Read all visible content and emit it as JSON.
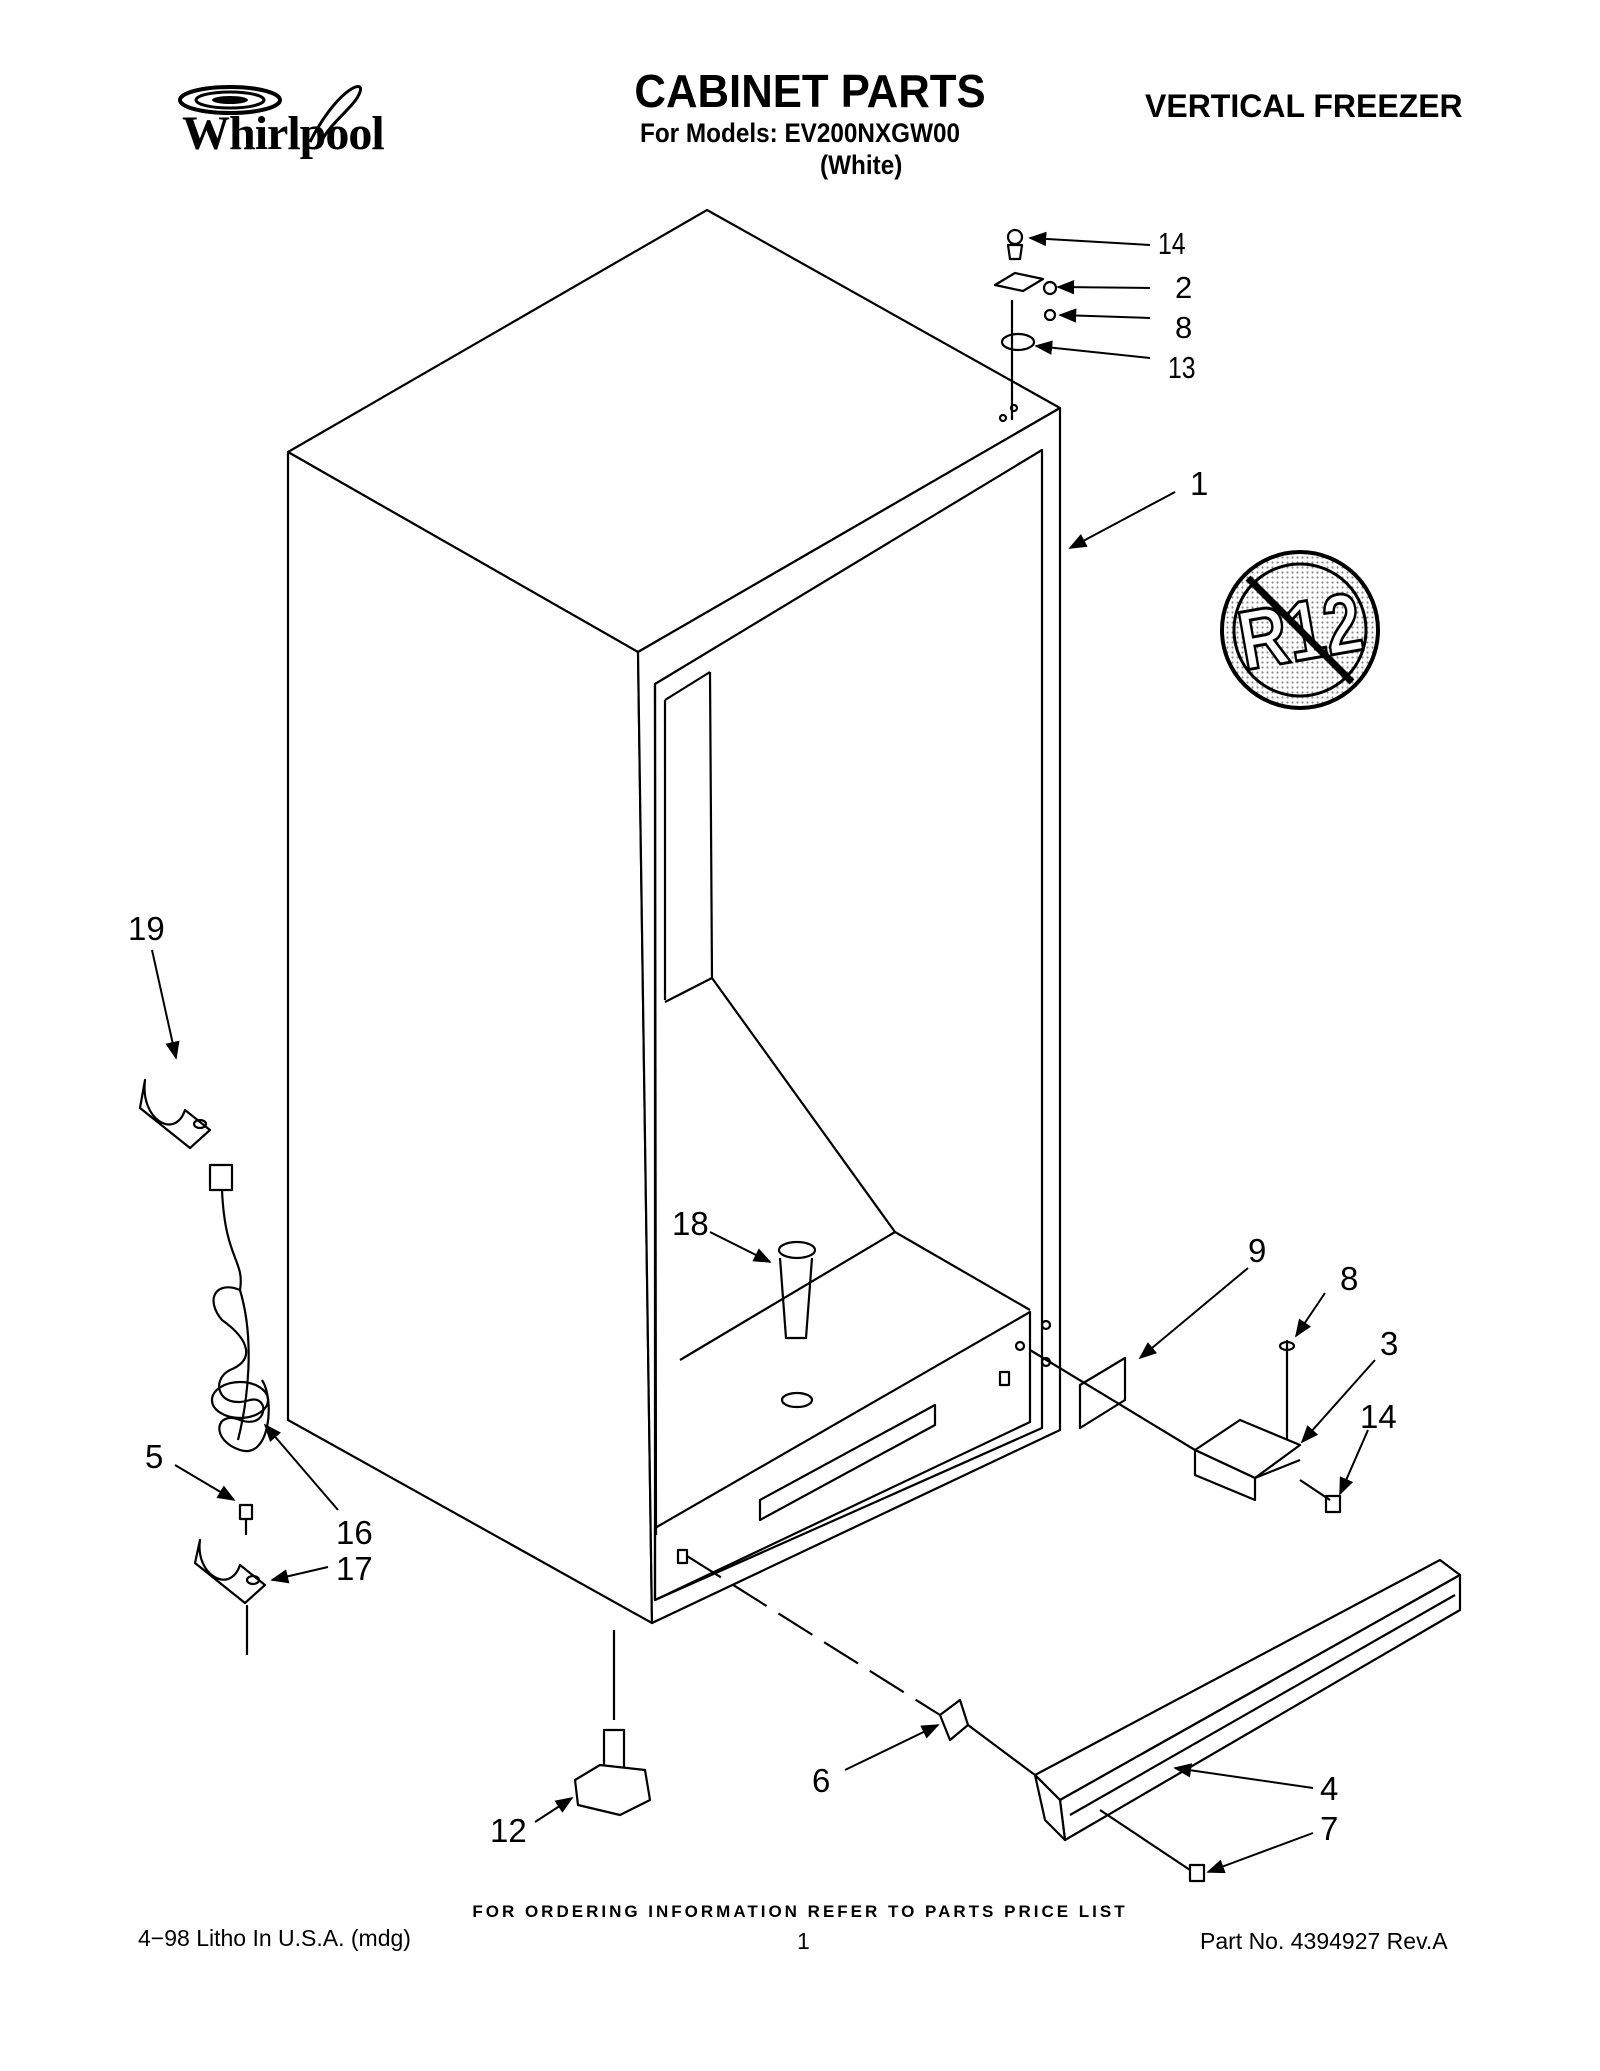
{
  "header": {
    "brand": "Whirlpool",
    "title": "CABINET PARTS",
    "models_line": "For Models: EV200NXGW00",
    "color_variant": "(White)",
    "product_type": "VERTICAL FREEZER"
  },
  "badge": {
    "text": "R12"
  },
  "callouts": [
    {
      "id": "c14a",
      "label": "14"
    },
    {
      "id": "c2",
      "label": "2"
    },
    {
      "id": "c8a",
      "label": "8"
    },
    {
      "id": "c13",
      "label": "13"
    },
    {
      "id": "c1",
      "label": "1"
    },
    {
      "id": "c19",
      "label": "19"
    },
    {
      "id": "c18",
      "label": "18"
    },
    {
      "id": "c9",
      "label": "9"
    },
    {
      "id": "c8b",
      "label": "8"
    },
    {
      "id": "c3",
      "label": "3"
    },
    {
      "id": "c14b",
      "label": "14"
    },
    {
      "id": "c5",
      "label": "5"
    },
    {
      "id": "c16",
      "label": "16"
    },
    {
      "id": "c17",
      "label": "17"
    },
    {
      "id": "c6",
      "label": "6"
    },
    {
      "id": "c4",
      "label": "4"
    },
    {
      "id": "c7",
      "label": "7"
    },
    {
      "id": "c12",
      "label": "12"
    }
  ],
  "footer": {
    "ordering_note": "FOR ORDERING INFORMATION REFER TO PARTS PRICE LIST",
    "litho": "4−98 Litho In U.S.A. (mdg)",
    "page_number": "1",
    "part_number": "Part No. 4394927 Rev.A"
  }
}
